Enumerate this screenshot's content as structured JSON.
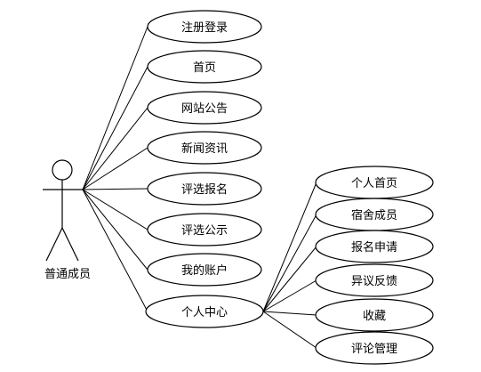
{
  "actor": {
    "name": "普通成员"
  },
  "use_cases": [
    {
      "id": "register-login",
      "label": "注册登录"
    },
    {
      "id": "home",
      "label": "首页"
    },
    {
      "id": "site-announcement",
      "label": "网站公告"
    },
    {
      "id": "news",
      "label": "新闻资讯"
    },
    {
      "id": "selection-signup",
      "label": "评选报名"
    },
    {
      "id": "selection-publicity",
      "label": "评选公示"
    },
    {
      "id": "my-account",
      "label": "我的账户"
    },
    {
      "id": "personal-center",
      "label": "个人中心"
    }
  ],
  "personal_center_children": [
    {
      "id": "personal-home",
      "label": "个人首页"
    },
    {
      "id": "dorm-members",
      "label": "宿舍成员"
    },
    {
      "id": "signup-application",
      "label": "报名申请"
    },
    {
      "id": "objection-feedback",
      "label": "异议反馈"
    },
    {
      "id": "favorites",
      "label": "收藏"
    },
    {
      "id": "comment-management",
      "label": "评论管理"
    }
  ]
}
